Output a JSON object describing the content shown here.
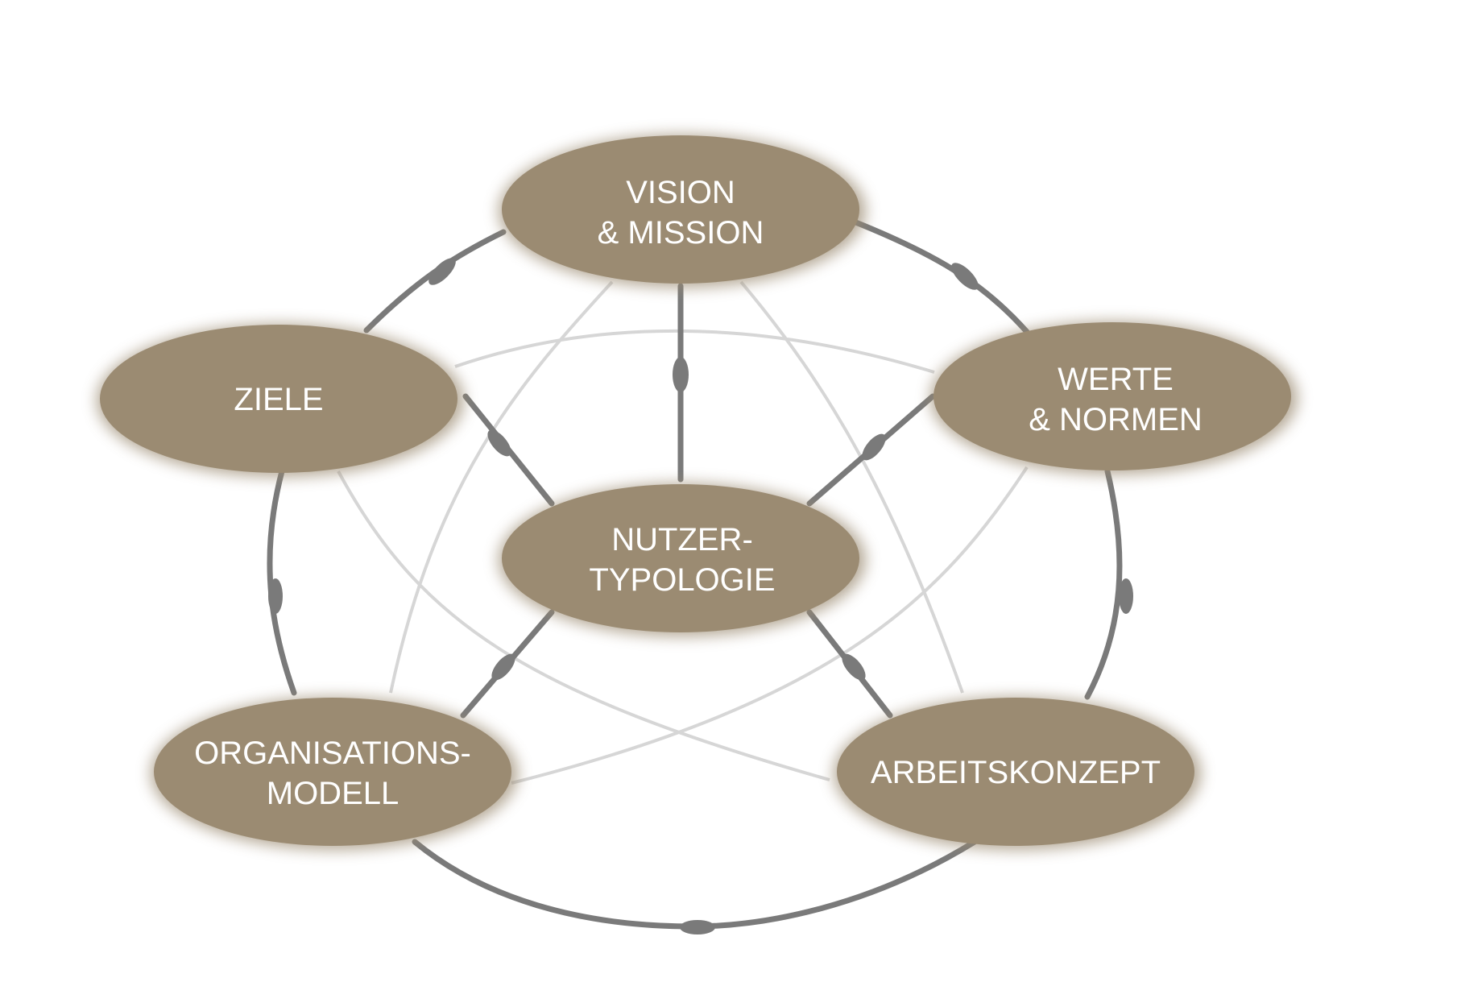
{
  "colors": {
    "background": "#ffffff",
    "node_fill": "#9b8b72",
    "strong_connector": "#7a7a7a",
    "light_connector": "#d6d6d6",
    "label_text": "#ffffff"
  },
  "nodes": {
    "vision": {
      "line1": "VISION",
      "line2": "& MISSION"
    },
    "ziele": {
      "line1": "ZIELE"
    },
    "werte": {
      "line1": "WERTE",
      "line2": "& NORMEN"
    },
    "nutzer": {
      "line1": "NUTZER-",
      "line2": "TYPOLOGIE"
    },
    "organisation": {
      "line1": "ORGANISATIONS-",
      "line2": "MODELL"
    },
    "arbeit": {
      "line1": "ARBEITSKONZEPT"
    }
  },
  "connections": {
    "outer_ring": [
      [
        "vision",
        "werte"
      ],
      [
        "werte",
        "arbeit"
      ],
      [
        "arbeit",
        "organisation"
      ],
      [
        "organisation",
        "ziele"
      ],
      [
        "ziele",
        "vision"
      ]
    ],
    "spokes": [
      [
        "nutzer",
        "vision"
      ],
      [
        "nutzer",
        "ziele"
      ],
      [
        "nutzer",
        "werte"
      ],
      [
        "nutzer",
        "organisation"
      ],
      [
        "nutzer",
        "arbeit"
      ]
    ],
    "cross_links": [
      [
        "vision",
        "organisation"
      ],
      [
        "vision",
        "arbeit"
      ],
      [
        "ziele",
        "werte"
      ],
      [
        "ziele",
        "arbeit"
      ],
      [
        "werte",
        "organisation"
      ]
    ]
  }
}
